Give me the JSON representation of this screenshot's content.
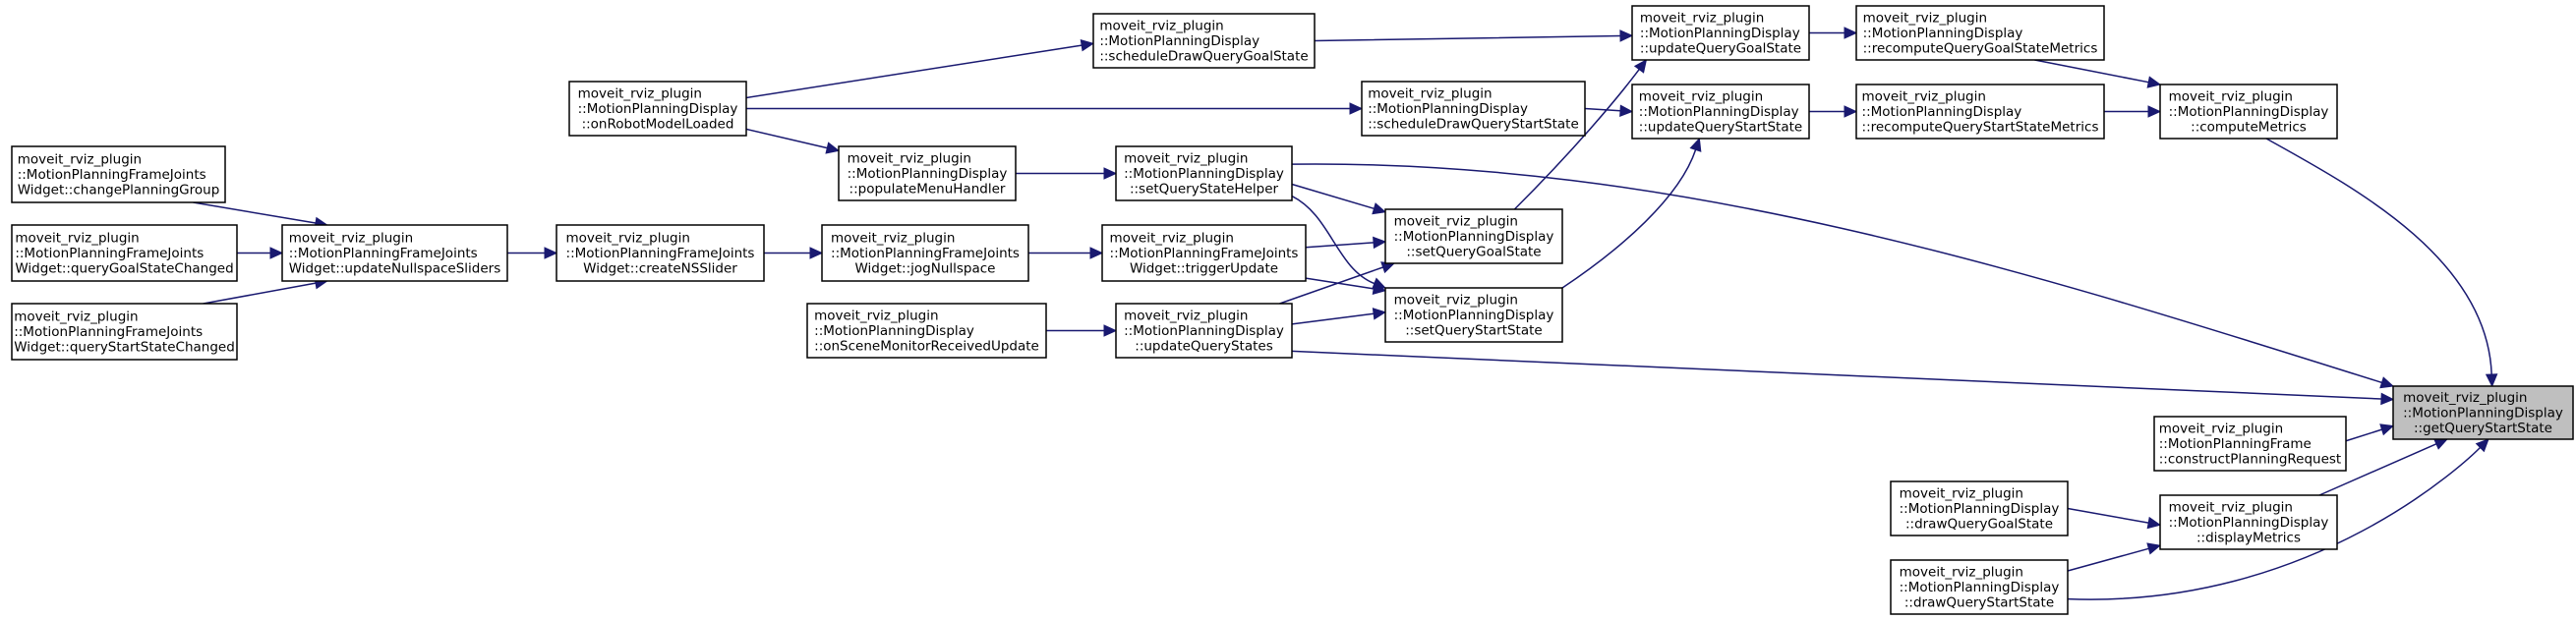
{
  "diagram": {
    "type": "call-graph",
    "edge_color": "#191970",
    "highlight_color": "#bfbfbf",
    "nodes": [
      {
        "id": "changePlanningGroup",
        "lines": [
          "moveit_rviz_plugin",
          "::MotionPlanningFrameJoints",
          "Widget::changePlanningGroup"
        ]
      },
      {
        "id": "queryGoalStateChanged",
        "lines": [
          "moveit_rviz_plugin",
          "::MotionPlanningFrameJoints",
          "Widget::queryGoalStateChanged"
        ]
      },
      {
        "id": "queryStartStateChanged",
        "lines": [
          "moveit_rviz_plugin",
          "::MotionPlanningFrameJoints",
          "Widget::queryStartStateChanged"
        ]
      },
      {
        "id": "updateNullspaceSliders",
        "lines": [
          "moveit_rviz_plugin",
          "::MotionPlanningFrameJoints",
          "Widget::updateNullspaceSliders"
        ]
      },
      {
        "id": "createNSSlider",
        "lines": [
          "moveit_rviz_plugin",
          "::MotionPlanningFrameJoints",
          "Widget::createNSSlider"
        ]
      },
      {
        "id": "jogNullspace",
        "lines": [
          "moveit_rviz_plugin",
          "::MotionPlanningFrameJoints",
          "Widget::jogNullspace"
        ]
      },
      {
        "id": "triggerUpdate",
        "lines": [
          "moveit_rviz_plugin",
          "::MotionPlanningFrameJoints",
          "Widget::triggerUpdate"
        ]
      },
      {
        "id": "onRobotModelLoaded",
        "lines": [
          "moveit_rviz_plugin",
          "::MotionPlanningDisplay",
          "::onRobotModelLoaded"
        ]
      },
      {
        "id": "scheduleDrawQueryGoalState",
        "lines": [
          "moveit_rviz_plugin",
          "::MotionPlanningDisplay",
          "::scheduleDrawQueryGoalState"
        ]
      },
      {
        "id": "populateMenuHandler",
        "lines": [
          "moveit_rviz_plugin",
          "::MotionPlanningDisplay",
          "::populateMenuHandler"
        ]
      },
      {
        "id": "setQueryStateHelper",
        "lines": [
          "moveit_rviz_plugin",
          "::MotionPlanningDisplay",
          "::setQueryStateHelper"
        ]
      },
      {
        "id": "scheduleDrawQueryStartState",
        "lines": [
          "moveit_rviz_plugin",
          "::MotionPlanningDisplay",
          "::scheduleDrawQueryStartState"
        ]
      },
      {
        "id": "onSceneMonitorReceivedUpdate",
        "lines": [
          "moveit_rviz_plugin",
          "::MotionPlanningDisplay",
          "::onSceneMonitorReceivedUpdate"
        ]
      },
      {
        "id": "updateQueryStates",
        "lines": [
          "moveit_rviz_plugin",
          "::MotionPlanningDisplay",
          "::updateQueryStates"
        ]
      },
      {
        "id": "setQueryGoalState",
        "lines": [
          "moveit_rviz_plugin",
          "::MotionPlanningDisplay",
          "::setQueryGoalState"
        ]
      },
      {
        "id": "setQueryStartState",
        "lines": [
          "moveit_rviz_plugin",
          "::MotionPlanningDisplay",
          "::setQueryStartState"
        ]
      },
      {
        "id": "updateQueryGoalState",
        "lines": [
          "moveit_rviz_plugin",
          "::MotionPlanningDisplay",
          "::updateQueryGoalState"
        ]
      },
      {
        "id": "updateQueryStartState",
        "lines": [
          "moveit_rviz_plugin",
          "::MotionPlanningDisplay",
          "::updateQueryStartState"
        ]
      },
      {
        "id": "recomputeQueryGoalStateMetrics",
        "lines": [
          "moveit_rviz_plugin",
          "::MotionPlanningDisplay",
          "::recomputeQueryGoalStateMetrics"
        ]
      },
      {
        "id": "recomputeQueryStartStateMetrics",
        "lines": [
          "moveit_rviz_plugin",
          "::MotionPlanningDisplay",
          "::recomputeQueryStartStateMetrics"
        ]
      },
      {
        "id": "computeMetrics",
        "lines": [
          "moveit_rviz_plugin",
          "::MotionPlanningDisplay",
          "::computeMetrics"
        ]
      },
      {
        "id": "getQueryStartState",
        "lines": [
          "moveit_rviz_plugin",
          "::MotionPlanningDisplay",
          "::getQueryStartState"
        ],
        "highlighted": true
      },
      {
        "id": "constructPlanningRequest",
        "lines": [
          "moveit_rviz_plugin",
          "::MotionPlanningFrame",
          "::constructPlanningRequest"
        ]
      },
      {
        "id": "displayMetrics",
        "lines": [
          "moveit_rviz_plugin",
          "::MotionPlanningDisplay",
          "::displayMetrics"
        ]
      },
      {
        "id": "drawQueryGoalState",
        "lines": [
          "moveit_rviz_plugin",
          "::MotionPlanningDisplay",
          "::drawQueryGoalState"
        ]
      },
      {
        "id": "drawQueryStartState",
        "lines": [
          "moveit_rviz_plugin",
          "::MotionPlanningDisplay",
          "::drawQueryStartState"
        ]
      }
    ],
    "edges": [
      [
        "changePlanningGroup",
        "updateNullspaceSliders"
      ],
      [
        "queryGoalStateChanged",
        "updateNullspaceSliders"
      ],
      [
        "queryStartStateChanged",
        "updateNullspaceSliders"
      ],
      [
        "updateNullspaceSliders",
        "createNSSlider"
      ],
      [
        "createNSSlider",
        "jogNullspace"
      ],
      [
        "jogNullspace",
        "triggerUpdate"
      ],
      [
        "onRobotModelLoaded",
        "scheduleDrawQueryGoalState"
      ],
      [
        "onRobotModelLoaded",
        "scheduleDrawQueryStartState"
      ],
      [
        "onRobotModelLoaded",
        "populateMenuHandler"
      ],
      [
        "populateMenuHandler",
        "setQueryStateHelper"
      ],
      [
        "onSceneMonitorReceivedUpdate",
        "updateQueryStates"
      ],
      [
        "scheduleDrawQueryGoalState",
        "updateQueryGoalState"
      ],
      [
        "scheduleDrawQueryStartState",
        "updateQueryStartState"
      ],
      [
        "setQueryStateHelper",
        "setQueryGoalState"
      ],
      [
        "setQueryStateHelper",
        "setQueryStartState"
      ],
      [
        "setQueryStateHelper",
        "getQueryStartState"
      ],
      [
        "triggerUpdate",
        "setQueryGoalState"
      ],
      [
        "triggerUpdate",
        "setQueryStartState"
      ],
      [
        "updateQueryStates",
        "setQueryGoalState"
      ],
      [
        "updateQueryStates",
        "setQueryStartState"
      ],
      [
        "updateQueryStates",
        "getQueryStartState"
      ],
      [
        "setQueryGoalState",
        "updateQueryGoalState"
      ],
      [
        "setQueryStartState",
        "updateQueryStartState"
      ],
      [
        "updateQueryGoalState",
        "recomputeQueryGoalStateMetrics"
      ],
      [
        "updateQueryStartState",
        "recomputeQueryStartStateMetrics"
      ],
      [
        "recomputeQueryGoalStateMetrics",
        "computeMetrics"
      ],
      [
        "recomputeQueryStartStateMetrics",
        "computeMetrics"
      ],
      [
        "computeMetrics",
        "getQueryStartState"
      ],
      [
        "constructPlanningRequest",
        "getQueryStartState"
      ],
      [
        "displayMetrics",
        "getQueryStartState"
      ],
      [
        "drawQueryGoalState",
        "displayMetrics"
      ],
      [
        "drawQueryStartState",
        "displayMetrics"
      ],
      [
        "drawQueryStartState",
        "getQueryStartState"
      ]
    ]
  }
}
